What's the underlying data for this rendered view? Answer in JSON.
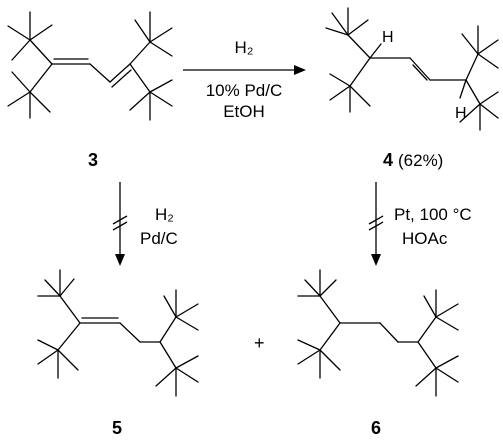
{
  "compounds": {
    "c3": {
      "label": "3"
    },
    "c4": {
      "label": "4",
      "yield": "(62%)",
      "atom_labels": [
        "H",
        "H"
      ]
    },
    "c5": {
      "label": "5"
    },
    "c6": {
      "label": "6"
    }
  },
  "reactions": {
    "r1": {
      "line1": "H₂",
      "line2": "10% Pd/C",
      "line3": "EtOH"
    },
    "r2": {
      "line1": "H₂",
      "line2": "Pd/C",
      "blocked": true
    },
    "r3": {
      "line1": "Pt, 100 °C",
      "line2": "HOAc",
      "blocked": true
    }
  },
  "plus_sign": "+"
}
